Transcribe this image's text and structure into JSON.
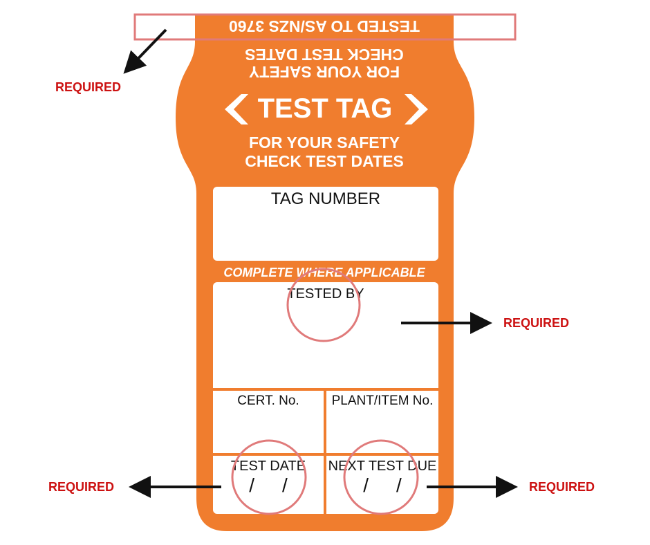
{
  "tag": {
    "color": "#f07d2e",
    "top_band": "TESTED TO AS/NZS 3760",
    "top_line1": "FOR YOUR SAFETY",
    "top_line2": "CHECK TEST DATES",
    "title": "TEST TAG",
    "line1": "FOR YOUR SAFETY",
    "line2": "CHECK TEST DATES",
    "tag_number_label": "TAG NUMBER",
    "complete_label": "COMPLETE WHERE APPLICABLE",
    "tested_by_label": "TESTED BY",
    "cert_label": "CERT. No.",
    "plant_label": "PLANT/ITEM No.",
    "test_date_label": "TEST DATE",
    "next_test_label": "NEXT TEST DUE",
    "date_slash": "/"
  },
  "annotations": {
    "required_color": "#cc1111",
    "highlight_color": "#e07a7a",
    "required_top": "REQUIRED",
    "required_tested_by": "REQUIRED",
    "required_test_date": "REQUIRED",
    "required_next_test": "REQUIRED"
  }
}
